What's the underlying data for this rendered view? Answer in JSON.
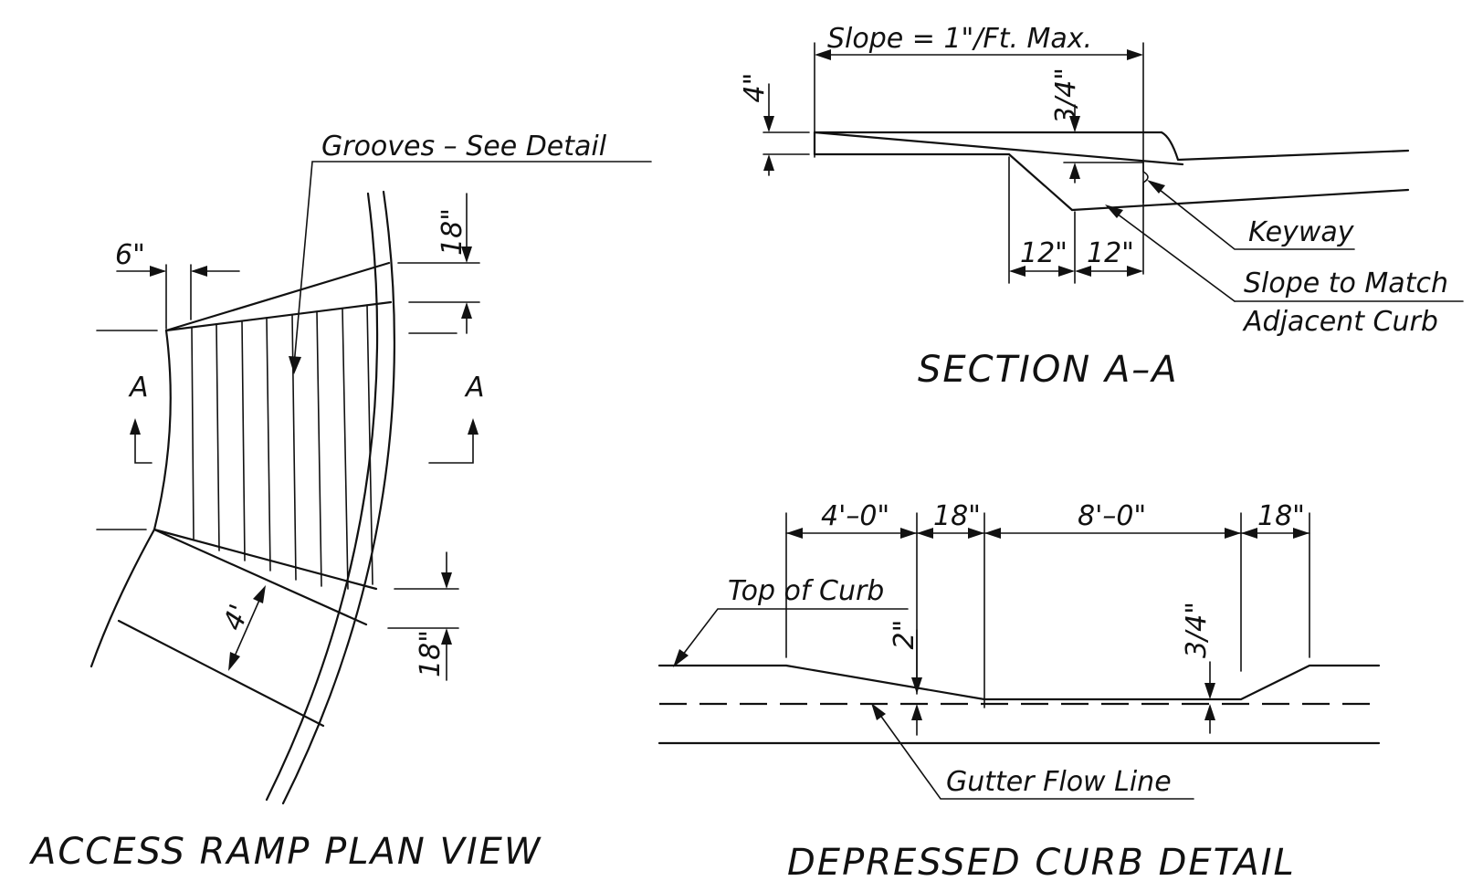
{
  "plan_view": {
    "title": "ACCESS RAMP PLAN VIEW",
    "grooves_note": "Grooves – See Detail",
    "dim_6in": "6\"",
    "dim_18in_top": "18\"",
    "dim_18in_bottom": "18\"",
    "dim_4ft": "4'",
    "section_mark_left": "A",
    "section_mark_right": "A"
  },
  "section_aa": {
    "title": "SECTION A–A",
    "slope_note": "Slope = 1\"/Ft. Max.",
    "dim_4in": "4\"",
    "dim_3_4in": "3/4\"",
    "dim_12in_left": "12\"",
    "dim_12in_right": "12\"",
    "keyway": "Keyway",
    "slope_match_line1": "Slope to Match",
    "slope_match_line2": "Adjacent Curb"
  },
  "curb_detail": {
    "title": "DEPRESSED CURB DETAIL",
    "dim_4ft_0in": "4'–0\"",
    "dim_18in_left": "18\"",
    "dim_8ft_0in": "8'–0\"",
    "dim_18in_right": "18\"",
    "top_of_curb": "Top of Curb",
    "dim_2in": "2\"",
    "dim_3_4in": "3/4\"",
    "gutter_flow_line": "Gutter Flow Line"
  }
}
